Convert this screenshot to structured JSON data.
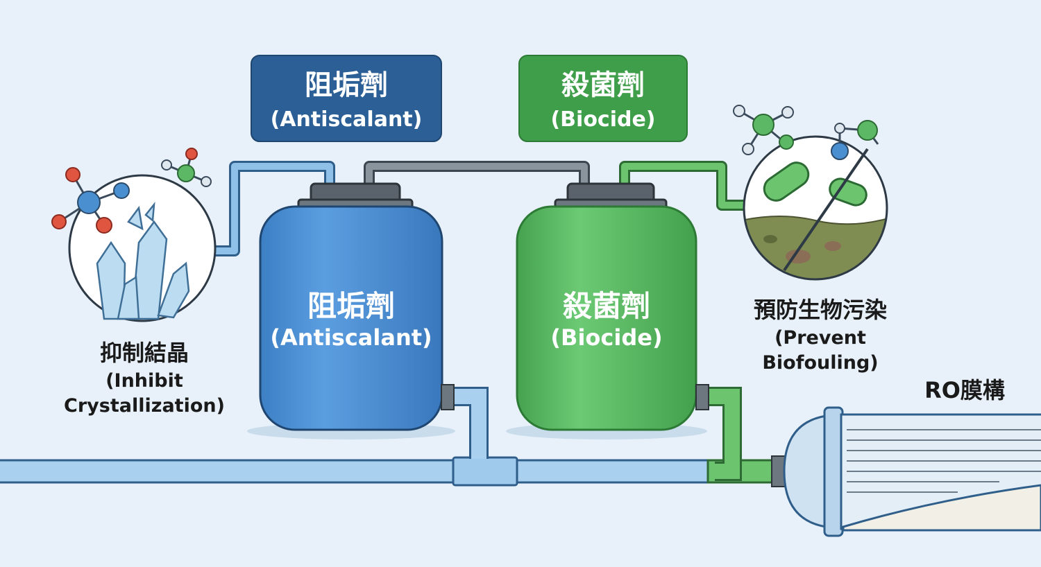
{
  "boxes": {
    "antiscalant": {
      "zh": "阻垢劑",
      "en": "(Antiscalant)",
      "color": "#2b5f96"
    },
    "biocide": {
      "zh": "殺菌劑",
      "en": "(Biocide)",
      "color": "#3f9e4a"
    }
  },
  "tanks": {
    "antiscalant": {
      "zh": "阻垢劑",
      "en": "(Antiscalant)",
      "color": "#4a8fd0"
    },
    "biocide": {
      "zh": "殺菌劑",
      "en": "(Biocide)",
      "color": "#5cb864"
    }
  },
  "effects": {
    "inhibit": {
      "zh": "抑制結晶",
      "en1": "(Inhibit",
      "en2": "Crystallization)"
    },
    "prevent": {
      "zh": "預防生物污染",
      "en1": "(Prevent",
      "en2": "Biofouling)"
    }
  },
  "ro": {
    "label": "RO膜構"
  }
}
